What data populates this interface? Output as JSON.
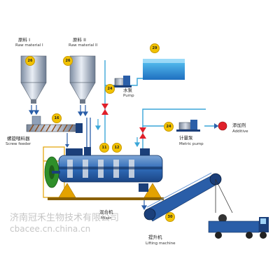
{
  "labels": {
    "raw1_zh": "原料 I",
    "raw1_en": "Raw material I",
    "raw2_zh": "原料 II",
    "raw2_en": "Raw material II",
    "pump_zh": "水泵",
    "pump_en": "Pump",
    "screw_zh": "螺旋喂料器",
    "screw_en": "Screw feeder",
    "metric_zh": "计量泵",
    "metric_en": "Metric pump",
    "additive_zh": "添加剂",
    "additive_en": "Additive",
    "mixer_zh": "混合机",
    "mixer_en": "Mixer",
    "lift_zh": "提升机",
    "lift_en": "Lifting machine"
  },
  "badges": {
    "hopper1": "26",
    "hopper2": "26",
    "tank": "29",
    "pump": "24",
    "screw": "16",
    "mixer_a": "11",
    "mixer_b": "12",
    "metric": "24",
    "lift": "30"
  },
  "watermark": {
    "line1": "济南冠禾生物技术有限公司",
    "line2": "cbacee.cn.china.cn"
  },
  "colors": {
    "equipment": "#2a5ea8",
    "hopper": "#a9b4c4",
    "badge": "#f2c200",
    "valve": "#e0202a",
    "tank_water": "#1f8fd6",
    "frame": "#e3a200"
  }
}
